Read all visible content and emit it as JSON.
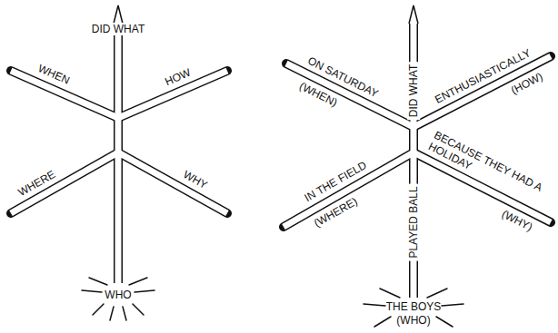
{
  "diagram": {
    "labels": [
      "DID WHAT",
      "WHEN",
      "HOW",
      "WHERE",
      "WHY",
      "WHO",
      "ON SATURDAY",
      "(WHEN)",
      "DID WHAT",
      "ENTHUSIASTICALLY",
      "(HOW)",
      "IN THE FIELD",
      "(WHERE)",
      "PLAYED BALL",
      "BECAUSE THEY HAD A HOLIDAY",
      "(WHY)",
      "THE BOYS",
      "(WHO)"
    ]
  }
}
